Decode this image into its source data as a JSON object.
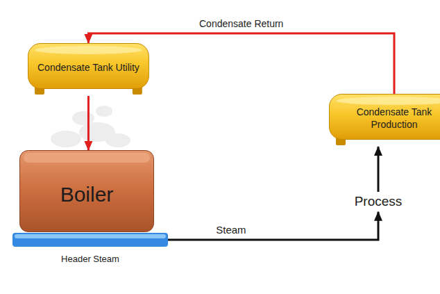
{
  "diagram": {
    "nodes": [
      {
        "text": [
          "Condensate Tank Utility"
        ]
      },
      {
        "text": [
          "Condensate Tank Production"
        ]
      },
      {
        "text": [
          "Boiler"
        ]
      },
      {
        "text": [
          "Process"
        ]
      },
      {
        "text": [
          "Header Steam"
        ]
      }
    ],
    "edges": [
      {
        "from": 1,
        "to": 0,
        "label": "Condensate Return",
        "arrow": "to"
      },
      {
        "from": 0,
        "to": 2,
        "arrow": "to"
      },
      {
        "from": 4,
        "to": 3,
        "label": "Steam",
        "arrow": "to"
      },
      {
        "from": 3,
        "to": 1,
        "arrow": "to"
      }
    ]
  }
}
